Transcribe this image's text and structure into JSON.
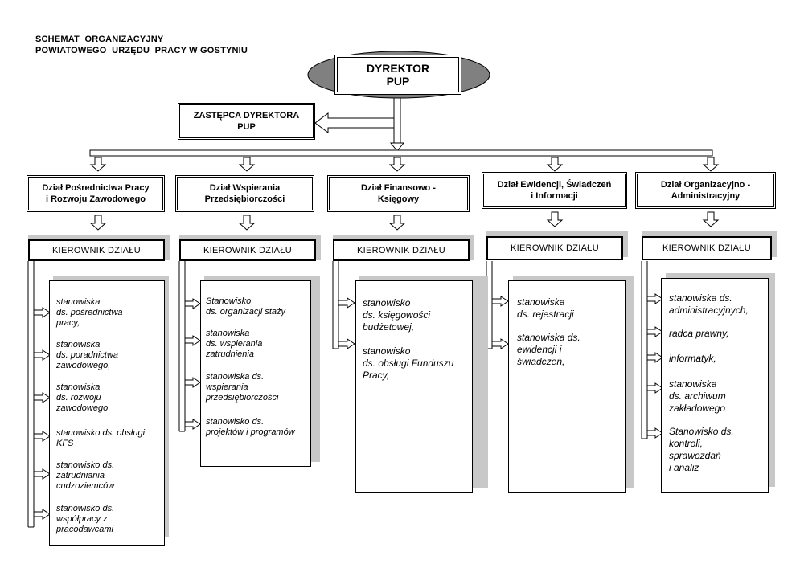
{
  "title": {
    "line1": "SCHEMAT  ORGANIZACYJNY",
    "line2": "POWIATOWEGO  URZĘDU  PRACY W GOSTYNIU"
  },
  "director": {
    "label": "DYREKTOR\nPUP"
  },
  "deputy": {
    "label": "ZASTĘPCA  DYREKTORA\nPUP"
  },
  "departments": [
    {
      "name": "Dział Pośrednictwa Pracy\ni Rozwoju Zawodowego",
      "head": "KIEROWNIK  DZIAŁU",
      "positions": [
        "stanowiska\nds. pośrednictwa\npracy,",
        "stanowiska\nds. poradnictwa\nzawodowego,",
        "stanowiska\nds. rozwoju\nzawodowego",
        "stanowisko ds. obsługi\nKFS",
        "stanowisko ds.\nzatrudniania\ncudzoziemców",
        "stanowisko ds.\nwspółpracy z\npracodawcami"
      ]
    },
    {
      "name": "Dział Wspierania\nPrzedsiębiorczości",
      "head": "KIEROWNIK  DZIAŁU",
      "positions": [
        "Stanowisko\nds. organizacji staży",
        "stanowiska\nds. wspierania\nzatrudnienia",
        "stanowiska ds.\nwspierania\nprzedsiębiorczości",
        "stanowisko ds.\nprojektów i programów"
      ]
    },
    {
      "name": "Dział Finansowo -\nKsięgowy",
      "head": "KIEROWNIK  DZIAŁU",
      "positions": [
        "stanowisko\nds. księgowości\nbudżetowej,",
        "stanowisko\nds. obsługi Funduszu\nPracy,"
      ]
    },
    {
      "name": "Dział Ewidencji, Świadczeń\ni Informacji",
      "head": "KIEROWNIK  DZIAŁU",
      "positions": [
        "stanowiska\nds. rejestracji",
        "stanowiska ds.\newidencji i\nświadczeń,"
      ]
    },
    {
      "name": "Dział Organizacyjno -\nAdministracyjny",
      "head": "KIEROWNIK  DZIAŁU",
      "positions": [
        "stanowiska ds.\nadministracyjnych,",
        "radca prawny,",
        "informatyk,",
        "stanowiska\nds. archiwum\nzakładowego",
        "Stanowisko ds.\nkontroli,\nsprawozdań\ni analiz"
      ]
    }
  ]
}
